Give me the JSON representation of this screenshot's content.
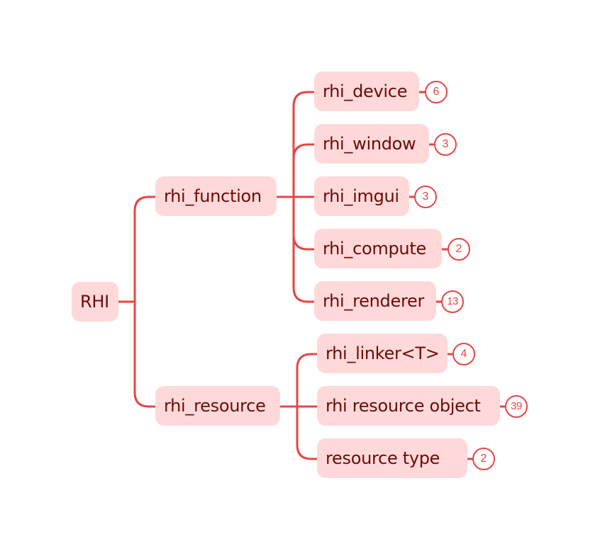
{
  "mindmap": {
    "line_color": "#e84545",
    "node_fill": "#ffd9d9",
    "text_color": "#6b0a0a",
    "root": {
      "label": "RHI"
    },
    "branches": [
      {
        "label": "rhi_function",
        "children": [
          {
            "label": "rhi_device",
            "count": "6"
          },
          {
            "label": "rhi_window",
            "count": "3"
          },
          {
            "label": "rhi_imgui",
            "count": "3"
          },
          {
            "label": "rhi_compute",
            "count": "2"
          },
          {
            "label": "rhi_renderer",
            "count": "13"
          }
        ]
      },
      {
        "label": "rhi_resource",
        "children": [
          {
            "label": "rhi_linker<T>",
            "count": "4"
          },
          {
            "label": "rhi resource object",
            "count": "39"
          },
          {
            "label": "resource type",
            "count": "2"
          }
        ]
      }
    ]
  }
}
